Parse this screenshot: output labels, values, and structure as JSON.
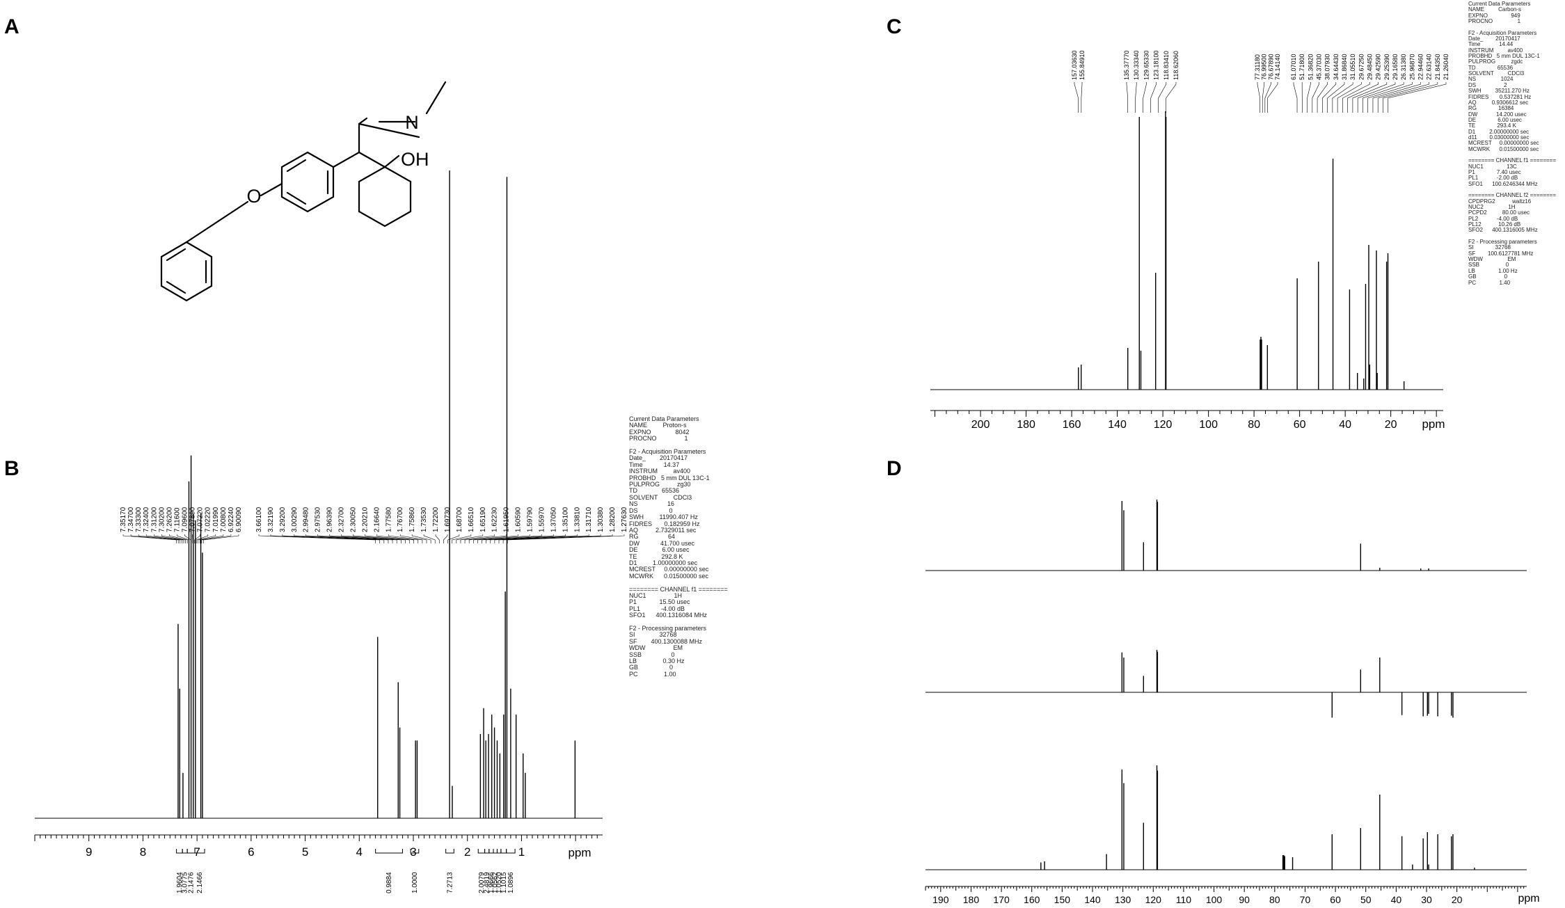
{
  "panels": {
    "A": {
      "letter": "A"
    },
    "B": {
      "letter": "B"
    },
    "C": {
      "letter": "C"
    },
    "D": {
      "letter": "D"
    }
  },
  "structure": {
    "oh_label": "OH",
    "n_label": "N",
    "o_label": "O"
  },
  "chart_data": [
    {
      "panel": "B",
      "type": "line",
      "title": "",
      "xlabel": "ppm",
      "xlim": [
        10.0,
        -0.5
      ],
      "xticks": [
        9,
        8,
        7,
        6,
        5,
        4,
        3,
        2,
        1
      ],
      "peaks": [
        {
          "x": 7.35,
          "h": 0.3
        },
        {
          "x": 7.32,
          "h": 0.2
        },
        {
          "x": 7.26,
          "h": 0.07
        },
        {
          "x": 7.15,
          "h": 0.52
        },
        {
          "x": 7.11,
          "h": 0.56
        },
        {
          "x": 7.07,
          "h": 0.47
        },
        {
          "x": 7.03,
          "h": 0.46
        },
        {
          "x": 6.93,
          "h": 0.47
        },
        {
          "x": 6.9,
          "h": 0.41
        },
        {
          "x": 3.66,
          "h": 0.28
        },
        {
          "x": 3.28,
          "h": 0.21
        },
        {
          "x": 3.25,
          "h": 0.14
        },
        {
          "x": 2.96,
          "h": 0.12
        },
        {
          "x": 2.93,
          "h": 0.12
        },
        {
          "x": 2.33,
          "h": 1.0
        },
        {
          "x": 2.28,
          "h": 0.05
        },
        {
          "x": 1.76,
          "h": 0.13
        },
        {
          "x": 1.7,
          "h": 0.17
        },
        {
          "x": 1.66,
          "h": 0.12
        },
        {
          "x": 1.61,
          "h": 0.13
        },
        {
          "x": 1.55,
          "h": 0.16
        },
        {
          "x": 1.5,
          "h": 0.14
        },
        {
          "x": 1.45,
          "h": 0.12
        },
        {
          "x": 1.4,
          "h": 0.1
        },
        {
          "x": 1.33,
          "h": 0.16
        },
        {
          "x": 1.3,
          "h": 0.35
        },
        {
          "x": 1.27,
          "h": 0.99
        },
        {
          "x": 1.2,
          "h": 0.2
        },
        {
          "x": 1.1,
          "h": 0.16
        },
        {
          "x": 0.97,
          "h": 0.1
        },
        {
          "x": 0.93,
          "h": 0.07
        },
        {
          "x": 0.01,
          "h": 0.12
        }
      ],
      "peak_labels": [
        [
          "7.35170",
          "7.34700",
          "7.33300",
          "7.32400",
          "7.31200",
          "7.30200",
          "7.26200",
          "7.11600",
          "7.09600",
          "7.07890",
          "7.07220",
          "7.02220",
          "7.01990",
          "7.00800",
          "6.92240",
          "6.90090"
        ],
        [
          "3.66100",
          "3.32190",
          "3.29200",
          "3.00290",
          "2.99480",
          "2.97530",
          "2.96390",
          "2.32700",
          "2.30050",
          "2.20210",
          "2.16640",
          "1.77580",
          "1.76700",
          "1.75860",
          "1.73530",
          "1.72200",
          "1.69730",
          "1.68700",
          "1.66510",
          "1.65190",
          "1.62230",
          "1.61950",
          "1.60590",
          "1.59790",
          "1.55970",
          "1.37050",
          "1.35100",
          "1.33810",
          "1.31710",
          "1.30380",
          "1.28200",
          "1.27630"
        ]
      ],
      "integrals": [
        {
          "from": 7.38,
          "to": 7.27,
          "label": "1.9604"
        },
        {
          "from": 7.27,
          "to": 7.18,
          "label": "3.0775"
        },
        {
          "from": 7.18,
          "to": 7.04,
          "label": "2.1476"
        },
        {
          "from": 7.04,
          "to": 6.86,
          "label": "2.1466"
        },
        {
          "from": 3.7,
          "to": 3.2,
          "label": "0.9884"
        },
        {
          "from": 3.05,
          "to": 2.9,
          "label": "1.0000"
        },
        {
          "from": 2.4,
          "to": 2.25,
          "label": "7.2713"
        },
        {
          "from": 1.8,
          "to": 1.68,
          "label": "2.0079"
        },
        {
          "from": 1.68,
          "to": 1.6,
          "label": "2.4819"
        },
        {
          "from": 1.6,
          "to": 1.52,
          "label": "1.9666"
        },
        {
          "from": 1.52,
          "to": 1.45,
          "label": "1.0562"
        },
        {
          "from": 1.45,
          "to": 1.38,
          "label": "1.0520"
        },
        {
          "from": 1.38,
          "to": 1.28,
          "label": "1.1015"
        },
        {
          "from": 1.28,
          "to": 1.12,
          "label": "1.0896"
        }
      ],
      "params": "Current Data Parameters\nNAME         Proton-s\nEXPNO              8042\nPROCNO                1\n\nF2 - Acquisition Parameters\nDate_        20170417\nTime            14.37\nINSTRUM         av400\nPROBHD   5 mm DUL 13C-1\nPULPROG          zg30\nTD              65536\nSOLVENT         CDCl3\nNS                 16\nDS                  0\nSWH         11990.407 Hz\nFIDRES       0.182959 Hz\nAQ          2.7329011 sec\nRG                 64\nDW            41.700 usec\nDE              6.00 usec\nTE              292.8 K\nD1         1.00000000 sec\nMCREST     0.00000000 sec\nMCWRK      0.01500000 sec\n\n======== CHANNEL f1 ========\nNUC1                1H\nP1             15.50 usec\nPL1            -4.00 dB\nSFO1      400.1316084 MHz\n\nF2 - Processing parameters\nSI              32768\nSF        400.1300088 MHz\nWDW                EM\nSSB                 0\nLB               0.30 Hz\nGB                  0\nPC               1.00"
    },
    {
      "panel": "C",
      "type": "line",
      "title": "",
      "xlabel": "ppm",
      "xlim": [
        222,
        -3
      ],
      "xticks": [
        200,
        180,
        160,
        140,
        120,
        100,
        80,
        60,
        40,
        20
      ],
      "peaks": [
        {
          "x": 157.04,
          "h": 0.08
        },
        {
          "x": 155.85,
          "h": 0.09
        },
        {
          "x": 135.38,
          "h": 0.15
        },
        {
          "x": 130.33,
          "h": 0.98
        },
        {
          "x": 129.65,
          "h": 0.14
        },
        {
          "x": 123.18,
          "h": 0.42
        },
        {
          "x": 118.83,
          "h": 1.0
        },
        {
          "x": 118.62,
          "h": 0.98
        },
        {
          "x": 77.31,
          "h": 0.18
        },
        {
          "x": 76.99,
          "h": 0.19
        },
        {
          "x": 76.68,
          "h": 0.18
        },
        {
          "x": 74.14,
          "h": 0.16
        },
        {
          "x": 61.07,
          "h": 0.4
        },
        {
          "x": 51.72,
          "h": 0.46
        },
        {
          "x": 45.37,
          "h": 0.83
        },
        {
          "x": 38.08,
          "h": 0.36
        },
        {
          "x": 34.64,
          "h": 0.06
        },
        {
          "x": 31.87,
          "h": 0.04
        },
        {
          "x": 31.05,
          "h": 0.38
        },
        {
          "x": 29.67,
          "h": 0.52
        },
        {
          "x": 29.25,
          "h": 0.09
        },
        {
          "x": 26.31,
          "h": 0.5
        },
        {
          "x": 25.95,
          "h": 0.06
        },
        {
          "x": 21.84,
          "h": 0.46
        },
        {
          "x": 21.26,
          "h": 0.49
        },
        {
          "x": 14.2,
          "h": 0.03
        }
      ],
      "peak_labels": [
        [
          "157.03630",
          "155.84910"
        ],
        [
          "135.37770",
          "130.33340",
          "129.65330",
          "123.18100",
          "118.83410",
          "118.62060"
        ],
        [
          "77.31180",
          "76.99500",
          "76.67890",
          "74.14140"
        ],
        [
          "61.07010",
          "51.71800",
          "51.36820",
          "45.37030",
          "38.07930",
          "34.64430",
          "31.86840",
          "31.05510",
          "29.67250",
          "29.48450",
          "29.42590",
          "29.25390",
          "29.16580",
          "26.31380",
          "25.96870",
          "22.94460",
          "22.63140",
          "21.84350",
          "21.26040"
        ]
      ],
      "params": "Current Data Parameters\nNAME         Carbon-s\nEXPNO               949\nPROCNO                1\n\nF2 - Acquisition Parameters\nDate_        20170417\nTime            14.44\nINSTRUM         av400\nPROBHD   5 mm DUL 13C-1\nPULPROG          zgdc\nTD              65536\nSOLVENT         CDCl3\nNS                1024\nDS                  2\nSWH         35211.270 Hz\nFIDRES       0.537281 Hz\nAQ          0.9306612 sec\nRG              16384\nDW            14.200 usec\nDE              6.00 usec\nTE              293.4 K\nD1         2.00000000 sec\nd11        0.03000000 sec\nMCREST     0.00000000 sec\nMCWRK      0.01500000 sec\n\n======== CHANNEL f1 ========\nNUC1               13C\nP1              7.40 usec\nPL1            -2.00 dB\nSFO1      100.6246344 MHz\n\n======== CHANNEL f2 ========\nCPDPRG2           waltz16\nNUC2                1H\nPCPD2          80.00 usec\nPL2            -4.00 dB\nPL12           10.26 dB\nSFO2      400.1316005 MHz\n\nF2 - Processing parameters\nSI              32768\nSF        100.6127781 MHz\nWDW                EM\nSSB                 0\nLB               1.00 Hz\nGB                  0\nPC               1.40"
    },
    {
      "panel": "D",
      "type": "line",
      "title": "",
      "xlabel": "ppm",
      "xlim": [
        195,
        -3
      ],
      "xticks": [
        190,
        180,
        170,
        160,
        150,
        140,
        130,
        120,
        110,
        100,
        90,
        80,
        70,
        60,
        50,
        40,
        30,
        20
      ],
      "series": [
        {
          "name": "",
          "peaks": [
            {
              "x": 130.3,
              "h": 0.98
            },
            {
              "x": 129.7,
              "h": 0.85
            },
            {
              "x": 123.2,
              "h": 0.4
            },
            {
              "x": 118.8,
              "h": 1.0
            },
            {
              "x": 118.6,
              "h": 0.97
            },
            {
              "x": 51.7,
              "h": 0.38
            },
            {
              "x": 45.4,
              "h": 0.04
            },
            {
              "x": 31.9,
              "h": 0.03
            },
            {
              "x": 29.3,
              "h": 0.03
            }
          ]
        },
        {
          "name": "",
          "peaks": [
            {
              "x": 130.3,
              "h": 0.63
            },
            {
              "x": 129.7,
              "h": 0.55
            },
            {
              "x": 123.2,
              "h": 0.26
            },
            {
              "x": 118.8,
              "h": 0.67
            },
            {
              "x": 118.6,
              "h": 0.64
            },
            {
              "x": 51.7,
              "h": 0.36
            },
            {
              "x": 45.4,
              "h": 0.55
            },
            {
              "x": 61.1,
              "h": -0.4
            },
            {
              "x": 38.1,
              "h": -0.36
            },
            {
              "x": 31.1,
              "h": -0.38
            },
            {
              "x": 29.7,
              "h": -0.37
            },
            {
              "x": 29.3,
              "h": -0.34
            },
            {
              "x": 26.3,
              "h": -0.38
            },
            {
              "x": 21.8,
              "h": -0.37
            },
            {
              "x": 21.3,
              "h": -0.4
            }
          ]
        },
        {
          "name": "",
          "peaks": [
            {
              "x": 157.0,
              "h": 0.07
            },
            {
              "x": 155.8,
              "h": 0.08
            },
            {
              "x": 135.4,
              "h": 0.15
            },
            {
              "x": 130.3,
              "h": 0.96
            },
            {
              "x": 129.7,
              "h": 0.83
            },
            {
              "x": 123.2,
              "h": 0.45
            },
            {
              "x": 118.8,
              "h": 1.0
            },
            {
              "x": 118.6,
              "h": 0.95
            },
            {
              "x": 77.3,
              "h": 0.14
            },
            {
              "x": 77.0,
              "h": 0.14
            },
            {
              "x": 76.7,
              "h": 0.13
            },
            {
              "x": 74.1,
              "h": 0.12
            },
            {
              "x": 61.1,
              "h": 0.34
            },
            {
              "x": 51.7,
              "h": 0.4
            },
            {
              "x": 45.4,
              "h": 0.72
            },
            {
              "x": 38.1,
              "h": 0.32
            },
            {
              "x": 34.6,
              "h": 0.05
            },
            {
              "x": 31.1,
              "h": 0.3
            },
            {
              "x": 29.7,
              "h": 0.36
            },
            {
              "x": 29.3,
              "h": 0.05
            },
            {
              "x": 26.3,
              "h": 0.34
            },
            {
              "x": 21.8,
              "h": 0.32
            },
            {
              "x": 21.3,
              "h": 0.34
            },
            {
              "x": 14.2,
              "h": 0.02
            }
          ]
        }
      ]
    }
  ]
}
